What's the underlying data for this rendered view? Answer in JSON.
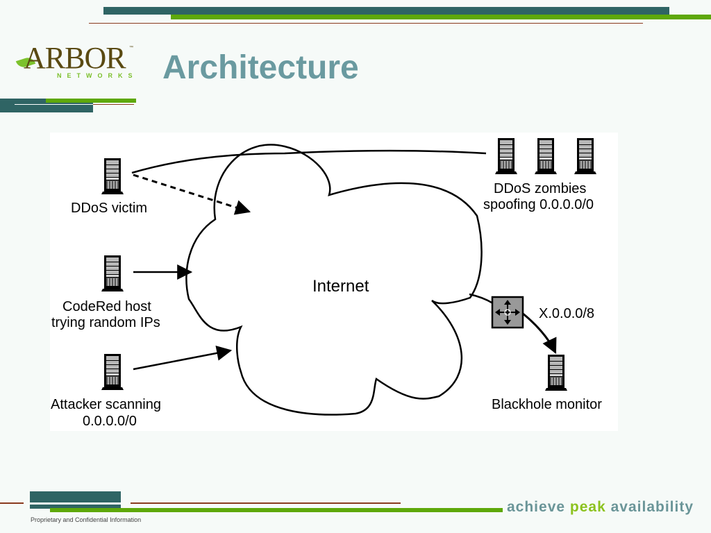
{
  "header": {
    "logo_text": "ARBOR",
    "logo_trademark": "™",
    "logo_subtext": "NETWORKS",
    "title": "Architecture"
  },
  "diagram": {
    "cloud_label": "Internet",
    "nodes": {
      "ddos_victim": {
        "label_line1": "DDoS victim"
      },
      "codered_host": {
        "label_line1": "CodeRed host",
        "label_line2": "trying random IPs"
      },
      "attacker": {
        "label_line1": "Attacker scanning",
        "label_line2": "0.0.0.0/0"
      },
      "ddos_zombies": {
        "label_line1": "DDoS zombies",
        "label_line2": "spoofing 0.0.0.0/0"
      },
      "router": {
        "label": "X.0.0.0/8"
      },
      "blackhole_monitor": {
        "label_line1": "Blackhole monitor"
      }
    },
    "edges": [
      {
        "from": "ddos_zombies",
        "to": "ddos_victim",
        "style": "solid",
        "arrow": false
      },
      {
        "from": "ddos_victim",
        "to": "internet",
        "style": "dashed",
        "arrow": true
      },
      {
        "from": "codered_host",
        "to": "internet",
        "style": "solid",
        "arrow": true
      },
      {
        "from": "attacker",
        "to": "internet",
        "style": "solid",
        "arrow": true
      },
      {
        "from": "internet",
        "to": "router",
        "style": "solid",
        "arrow": false
      },
      {
        "from": "router",
        "to": "blackhole_monitor",
        "style": "solid",
        "arrow": true
      }
    ]
  },
  "footer": {
    "confidential": "Proprietary and Confidential Information",
    "tagline_part1": "achieve ",
    "tagline_part2": "peak",
    "tagline_part3": " availability"
  },
  "colors": {
    "teal": "#2f6464",
    "green": "#5ea80a",
    "rust": "#8a3a1e",
    "title": "#6a9aa0",
    "tagline_accent": "#8cc21f"
  }
}
